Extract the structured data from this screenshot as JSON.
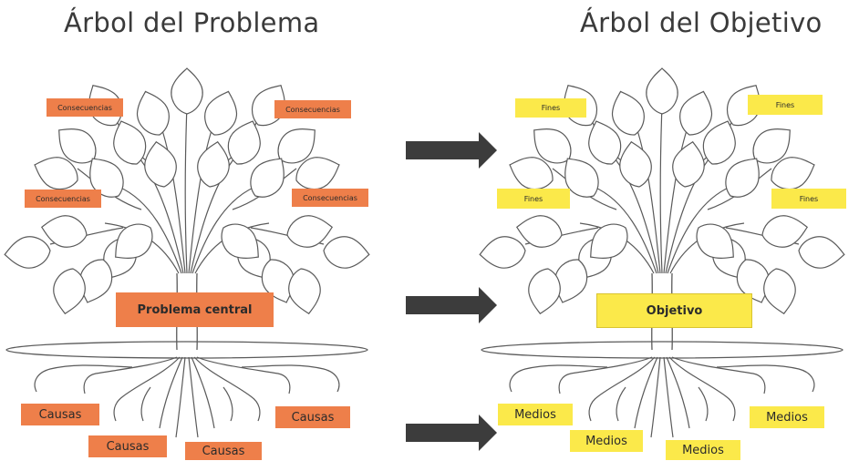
{
  "titles": {
    "problem_tree": "Árbol del Problema",
    "objective_tree": "Árbol del Objetivo"
  },
  "problem_tree": {
    "consequences": [
      "Consecuencias",
      "Consecuencias",
      "Consecuencias",
      "Consecuencias"
    ],
    "central": "Problema central",
    "causes": [
      "Causas",
      "Causas",
      "Causas",
      "Causas"
    ]
  },
  "objective_tree": {
    "ends": [
      "Fines",
      "Fines",
      "Fines",
      "Fines"
    ],
    "central": "Objetivo",
    "means": [
      "Medios",
      "Medios",
      "Medios",
      "Medios"
    ]
  },
  "colors": {
    "problem_labels": "#ee7f4a",
    "objective_labels": "#fbe94a",
    "arrows": "#3c3c3c",
    "tree_outline": "#5a5a5a"
  }
}
